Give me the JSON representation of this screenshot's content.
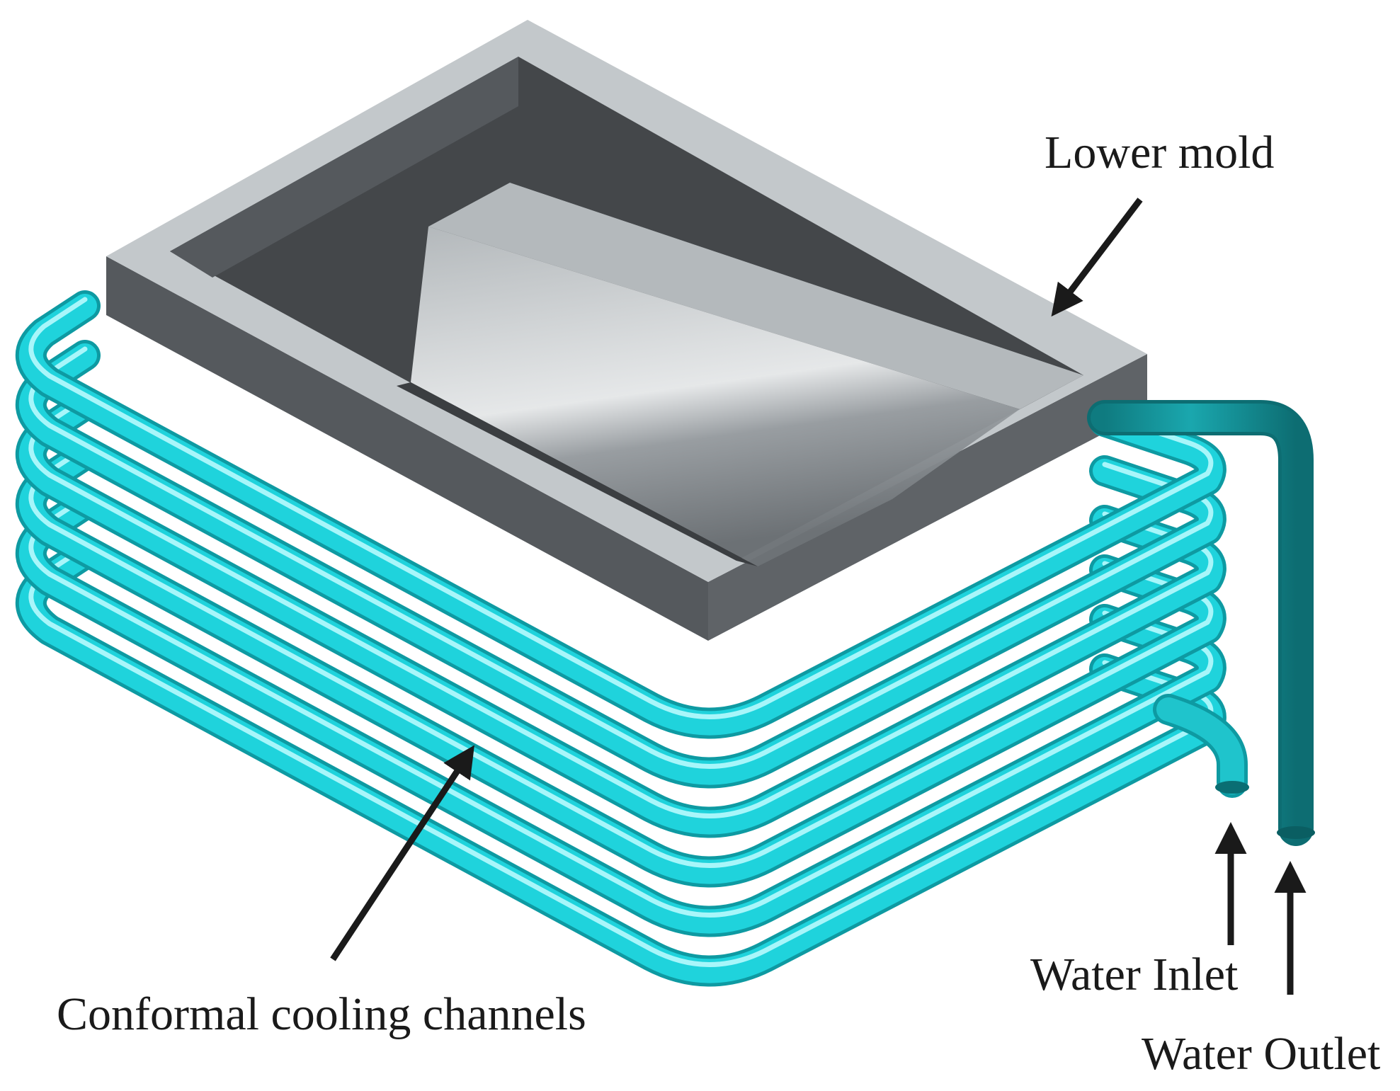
{
  "labels": {
    "lower_mold": "Lower mold",
    "cooling_channels": "Conformal cooling channels",
    "water_inlet": "Water Inlet",
    "water_outlet": "Water Outlet"
  },
  "colors": {
    "background": "#ffffff",
    "channel_cyan": "#1fd3dc",
    "channel_highlight": "#a8f6fa",
    "channel_shadow": "#0e9aa2",
    "outlet_pipe": "#138f95",
    "mold_light": "#c3c8cb",
    "mold_mid": "#a8adb1",
    "mold_dark": "#4e5256",
    "mold_darker": "#3d4043",
    "arrow": "#1a1a1a",
    "text": "#1a1a1a"
  },
  "parts": {
    "cooling_channel_turns": 6,
    "components": [
      "lower-mold",
      "conformal-cooling-channels",
      "water-inlet-pipe",
      "water-outlet-pipe"
    ]
  }
}
